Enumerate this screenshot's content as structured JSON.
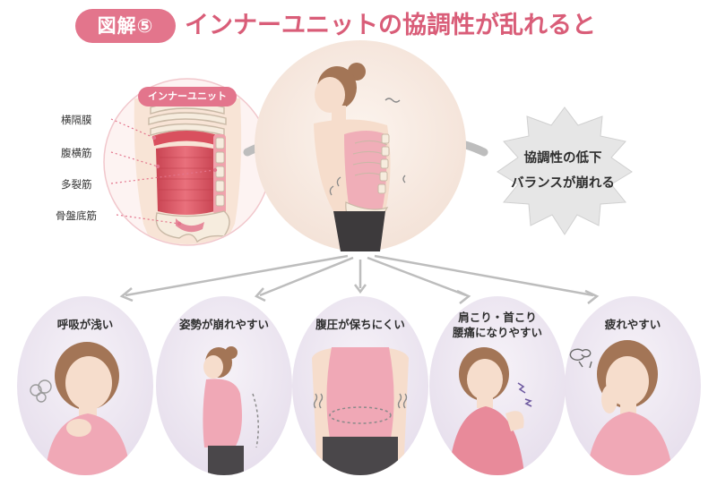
{
  "header": {
    "figure_badge": "図解⑤",
    "title": "インナーユニットの協調性が乱れると"
  },
  "inner_unit": {
    "label": "インナーユニット",
    "muscles": [
      "横隔膜",
      "腹横筋",
      "多裂筋",
      "骨盤底筋"
    ]
  },
  "cloud": {
    "lines": [
      "協調性の低下",
      "バランスが崩れる"
    ]
  },
  "symptoms": [
    {
      "lines": [
        "呼吸が浅い"
      ]
    },
    {
      "lines": [
        "姿勢が崩れやすい"
      ]
    },
    {
      "lines": [
        "腹圧が保ちにくい"
      ]
    },
    {
      "lines": [
        "肩こり・首こり",
        "腰痛になりやすい"
      ]
    },
    {
      "lines": [
        "疲れやすい"
      ]
    }
  ],
  "colors": {
    "accent": "#e3758c",
    "title": "#d95d78",
    "muscle_red": "#d9505e",
    "muscle_pink": "#f0a2ac",
    "bone": "#f6ecde",
    "bone_stroke": "#c9b9a6",
    "skin": "#f6ddcc",
    "hair": "#a37556",
    "top_pink": "#f0a8b6",
    "circle_center": "#f8e9df",
    "circle_symptom": "#ede7f1",
    "arrow_gray": "#bdbdbd",
    "cloud_gray": "#e6e6e6"
  },
  "icons": [
    "breath-puff-icon",
    "back-curve-icon",
    "belly-pressure-icon",
    "pain-spark-icon",
    "dizzy-swirl-icon"
  ]
}
